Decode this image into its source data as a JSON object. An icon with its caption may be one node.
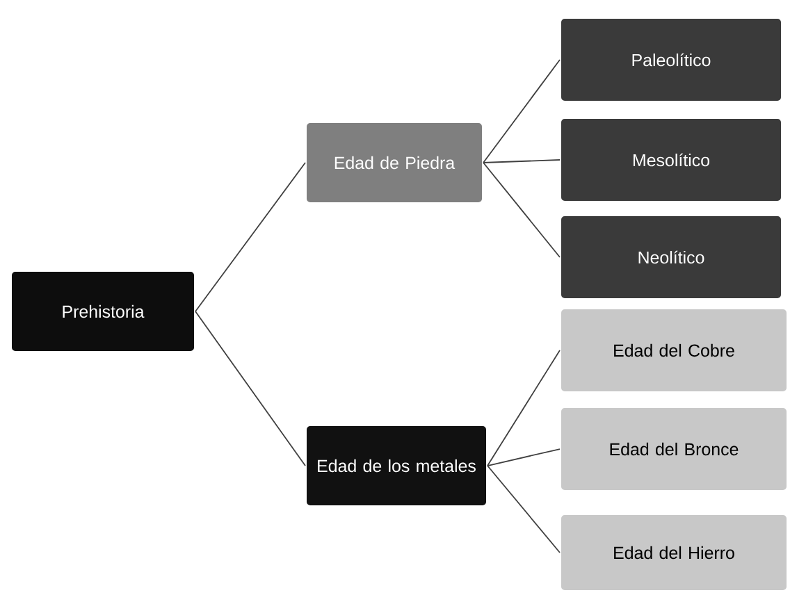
{
  "diagram": {
    "nodes": [
      {
        "text": [
          "Prehistoria"
        ]
      },
      {
        "text": [
          "Edad de Piedra"
        ]
      },
      {
        "text": [
          "Edad de los metales"
        ]
      },
      {
        "text": [
          "Paleolítico"
        ]
      },
      {
        "text": [
          "Mesolítico"
        ]
      },
      {
        "text": [
          "Neolítico"
        ]
      },
      {
        "text": [
          "Edad del Cobre"
        ]
      },
      {
        "text": [
          "Edad del Bronce"
        ]
      },
      {
        "text": [
          "Edad del Hierro"
        ]
      }
    ],
    "edges": [
      {
        "from": 0,
        "to": 1,
        "arrow": "none"
      },
      {
        "from": 0,
        "to": 2,
        "arrow": "none"
      },
      {
        "from": 1,
        "to": 3,
        "arrow": "none"
      },
      {
        "from": 1,
        "to": 4,
        "arrow": "none"
      },
      {
        "from": 1,
        "to": 5,
        "arrow": "none"
      },
      {
        "from": 2,
        "to": 6,
        "arrow": "none"
      },
      {
        "from": 2,
        "to": 7,
        "arrow": "none"
      },
      {
        "from": 2,
        "to": 8,
        "arrow": "none"
      }
    ]
  }
}
